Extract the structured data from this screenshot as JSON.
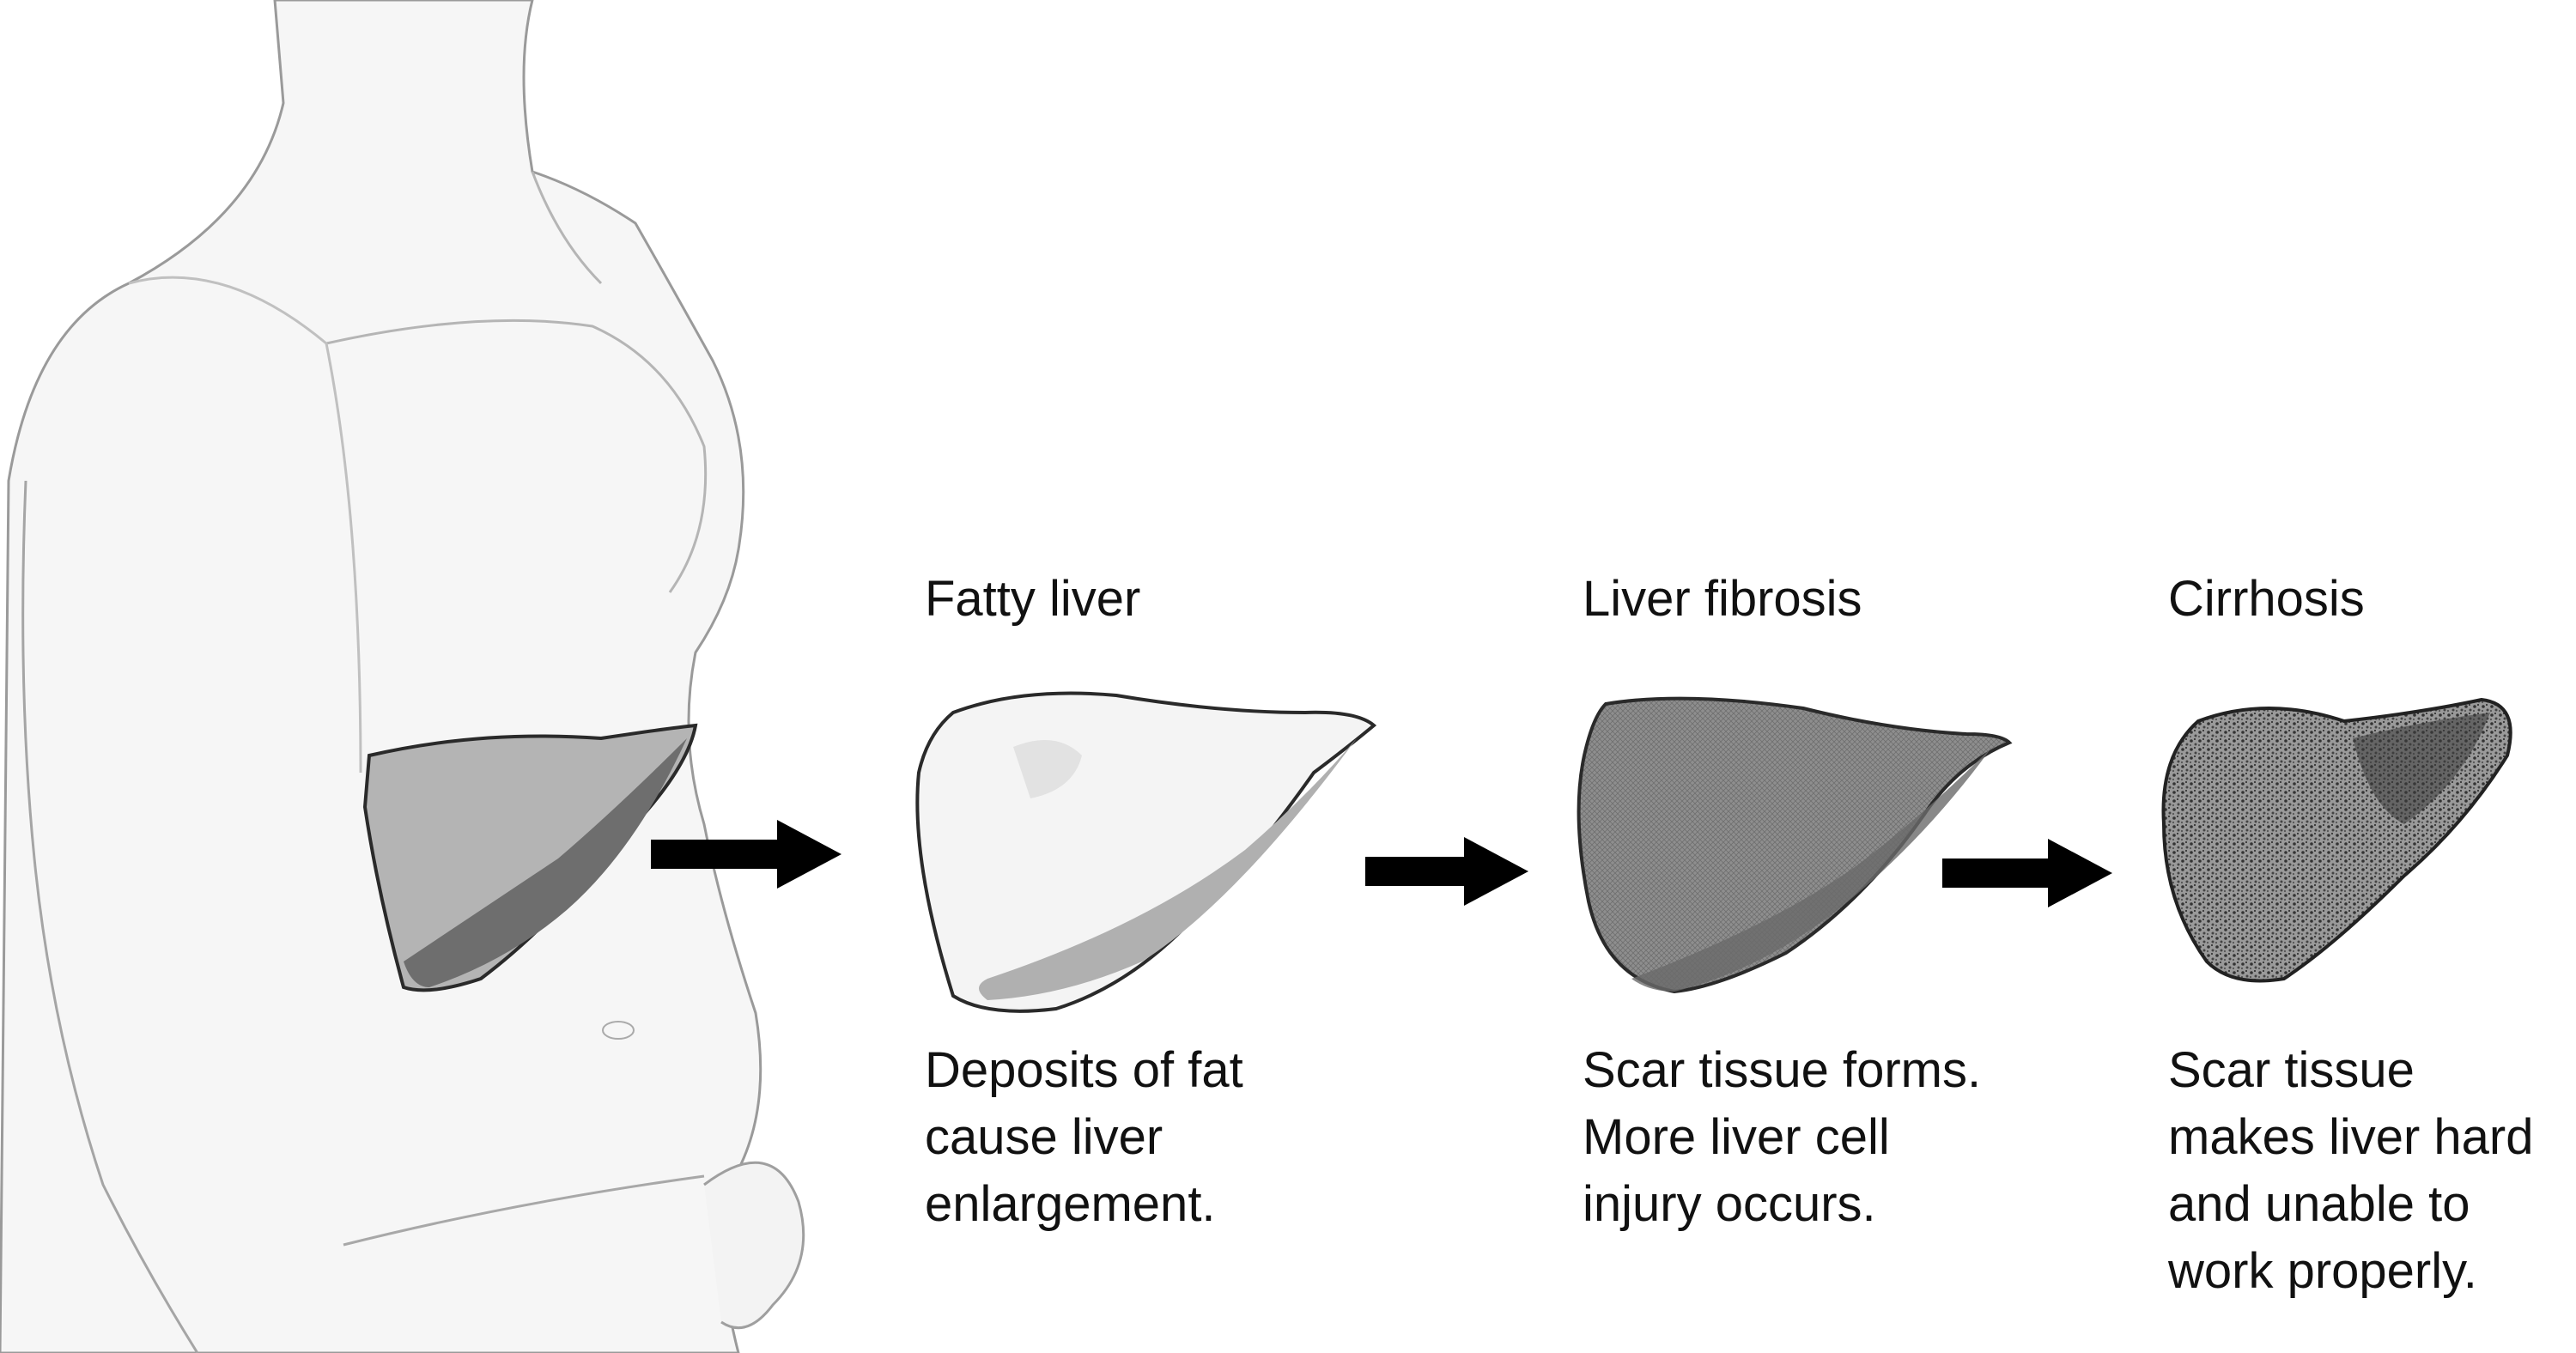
{
  "stages": [
    {
      "title": "Fatty liver",
      "caption_lines": [
        "Deposits of fat",
        "cause liver",
        "enlargement."
      ]
    },
    {
      "title": "Liver fibrosis",
      "caption_lines": [
        "Scar tissue forms.",
        "More liver cell",
        "injury occurs."
      ]
    },
    {
      "title": "Cirrhosis",
      "caption_lines": [
        "Scar tissue",
        "makes liver hard",
        "and unable to",
        "work properly."
      ]
    }
  ],
  "colors": {
    "arrow": "#000000",
    "outline": "#2a2a2a",
    "liver_light": "#a9a9a9",
    "liver_dark": "#6e6e6e",
    "fat": "#f4f4f4",
    "fibrosis": "#8d8d8d",
    "cirrhosis": "#7a7a7a"
  }
}
